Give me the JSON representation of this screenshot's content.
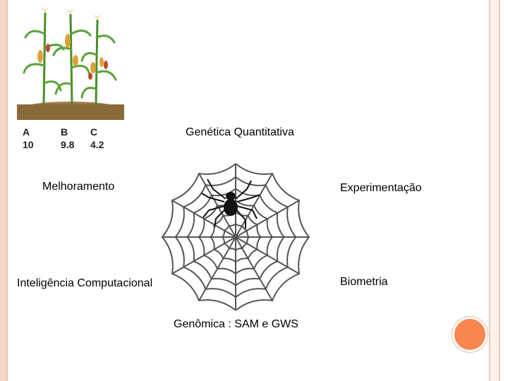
{
  "plants": [
    {
      "letter": "A",
      "value": "10"
    },
    {
      "letter": "B",
      "value": "9.8"
    },
    {
      "letter": "C",
      "value": "4.2"
    }
  ],
  "labels": {
    "top": "Genética Quantitativa",
    "left_upper": "Melhoramento",
    "right_upper": "Experimentação",
    "left_lower": "Inteligência Computacional",
    "right_lower": "Biometria",
    "bottom": "Genômica :  SAM e GWS"
  },
  "colors": {
    "frame": "#f6d7c8",
    "accent_dot": "#f7874f",
    "web": "#555555",
    "spider": "#111111",
    "stalk": "#4a8f2a",
    "soil": "#8a6a3a"
  }
}
